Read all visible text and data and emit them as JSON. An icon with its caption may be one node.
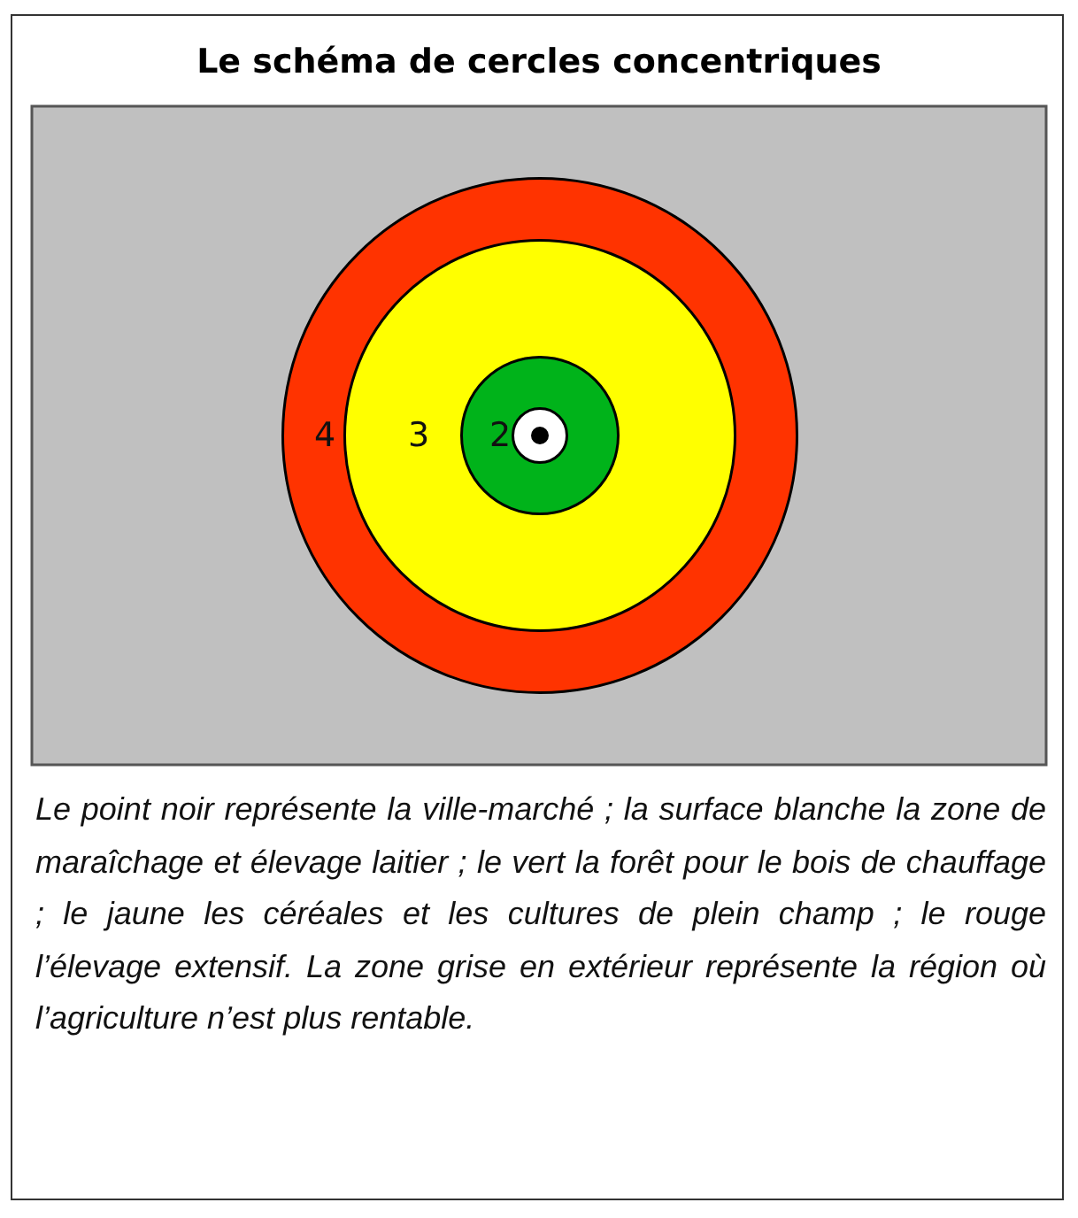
{
  "diagram": {
    "title": "Le schéma de cercles concentriques",
    "nodes": [
      {
        "text": [],
        "shape": "box"
      },
      {
        "text": [
          "4"
        ],
        "in": 0
      },
      {
        "text": [
          "3"
        ],
        "in": 1
      },
      {
        "text": [
          "2"
        ],
        "in": 2
      },
      {
        "text": [],
        "shape": "circle",
        "in": 3
      },
      {
        "text": [],
        "shape": "circle",
        "in": 4
      }
    ],
    "edges": [],
    "caption": "Le point noir représente la ville-marché ; la surface blanche la zone de maraîchage et élevage laitier ; le vert la forêt pour le bois de chauffage ; le jaune les céréales et les cultures de plein champ ; le rouge l’élevage extensif. La zone grise en extérieur représente la région où l’agriculture n’est plus rentable."
  }
}
